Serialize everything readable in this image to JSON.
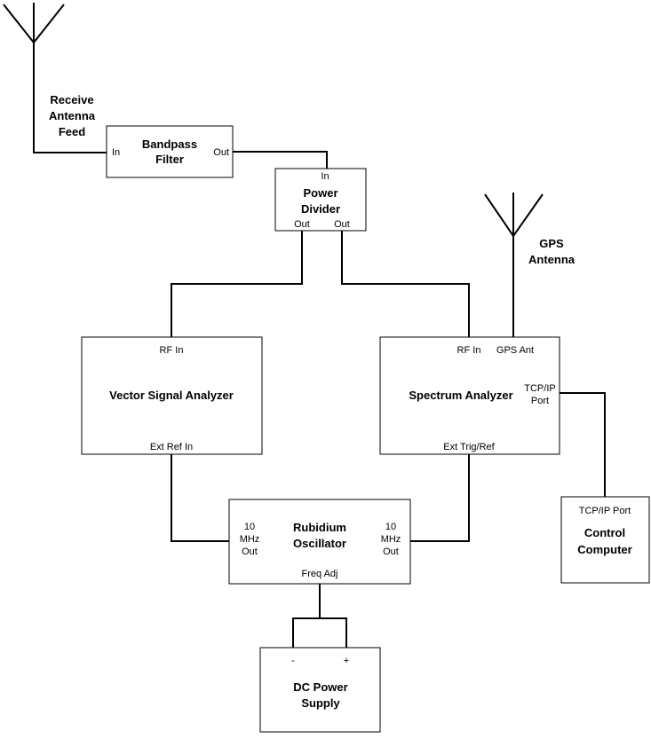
{
  "diagram": {
    "colors": {
      "stroke": "#000000",
      "background": "#ffffff"
    },
    "receive_antenna": {
      "label_1": "Receive",
      "label_2": "Antenna",
      "label_3": "Feed"
    },
    "gps_antenna": {
      "label_1": "GPS",
      "label_2": "Antenna"
    },
    "bandpass_filter": {
      "port_in": "In",
      "title_1": "Bandpass",
      "title_2": "Filter",
      "port_out": "Out"
    },
    "power_divider": {
      "port_in": "In",
      "title_1": "Power",
      "title_2": "Divider",
      "port_out_left": "Out",
      "port_out_right": "Out"
    },
    "vector_signal_analyzer": {
      "port_rf_in": "RF In",
      "title": "Vector Signal Analyzer",
      "port_ext_ref": "Ext Ref In"
    },
    "spectrum_analyzer": {
      "port_rf_in": "RF In",
      "port_gps_ant": "GPS Ant",
      "title": "Spectrum Analyzer",
      "port_tcpip_1": "TCP/IP",
      "port_tcpip_2": "Port",
      "port_ext_trig": "Ext Trig/Ref"
    },
    "control_computer": {
      "port_tcpip": "TCP/IP Port",
      "title_1": "Control",
      "title_2": "Computer"
    },
    "rubidium_oscillator": {
      "left_port_1": "10",
      "left_port_2": "MHz",
      "left_port_3": "Out",
      "title_1": "Rubidium",
      "title_2": "Oscillator",
      "right_port_1": "10",
      "right_port_2": "MHz",
      "right_port_3": "Out",
      "port_freq_adj": "Freq Adj"
    },
    "dc_power_supply": {
      "terminal_minus": "-",
      "terminal_plus": "+",
      "title_1": "DC Power",
      "title_2": "Supply"
    }
  }
}
